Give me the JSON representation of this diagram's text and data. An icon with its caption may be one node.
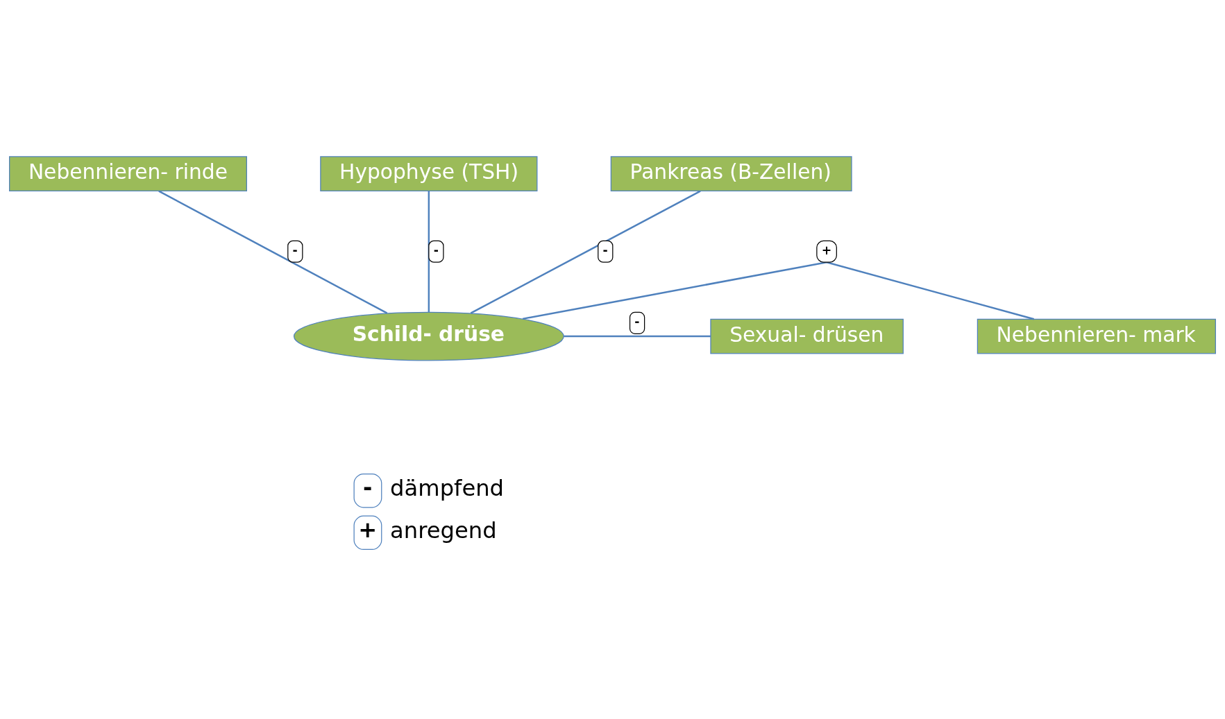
{
  "diagram": {
    "nodes": [
      {
        "text": [
          "Hypophyse (TSH)"
        ]
      },
      {
        "text": [
          "Nebennieren- rinde"
        ]
      },
      {
        "text": [
          "Pankreas (B-Zellen)"
        ]
      },
      {
        "text": [
          "Nebennieren- mark"
        ]
      },
      {
        "text": [
          "Schild- drüse"
        ]
      },
      {
        "text": [
          "Sexual- drüsen"
        ]
      }
    ],
    "edges": [
      {
        "from": 0,
        "to": 4,
        "arrow": "none",
        "label": "-"
      },
      {
        "from": 1,
        "to": 4,
        "arrow": "none",
        "label": "-"
      },
      {
        "from": 2,
        "to": 4,
        "arrow": "none",
        "label": "-"
      },
      {
        "from": 3,
        "to": 4,
        "arrow": "none",
        "label": "+"
      },
      {
        "from": 4,
        "to": 5,
        "arrow": "none",
        "label": "-"
      }
    ],
    "labels": [
      "-",
      "+"
    ],
    "legend": [
      {
        "text": "dämpfend"
      },
      {
        "text": "anregend"
      }
    ]
  }
}
